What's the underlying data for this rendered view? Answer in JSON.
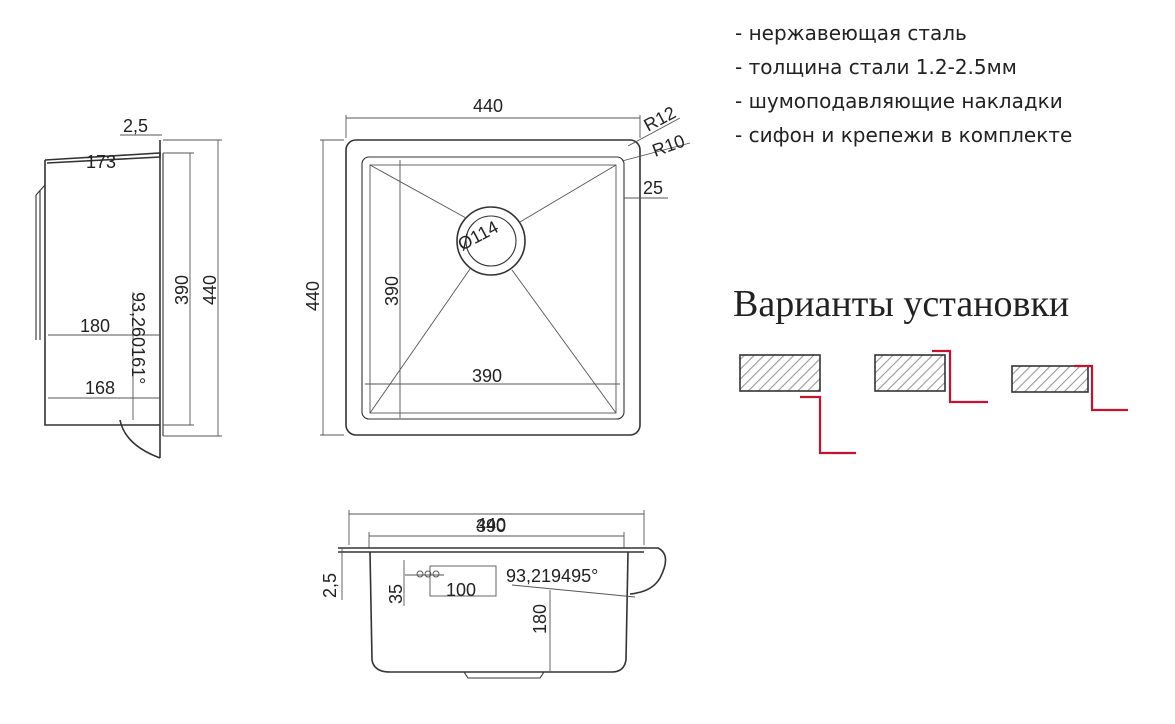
{
  "features": [
    "- нержавеющая сталь",
    "- толщина стали 1.2-2.5мм",
    "- шумоподавляющие накладки",
    "- сифон и крепежи в комплекте"
  ],
  "installation": {
    "title": "Варианты установки",
    "variants": 3
  },
  "side_view": {
    "d_2_5": "2,5",
    "d_173": "173",
    "d_390": "390",
    "d_440": "440",
    "d_180": "180",
    "d_angle": "93,260161°",
    "d_168": "168"
  },
  "top_view": {
    "d_440_top": "440",
    "d_440_left": "440",
    "d_r12": "R12",
    "d_r10": "R10",
    "d_25": "25",
    "d_114": "Ø114",
    "d_390_inner_v": "390",
    "d_390_inner_h": "390"
  },
  "front_view": {
    "d_440": "440",
    "d_390": "390",
    "d_2_5": "2,5",
    "d_35": "35",
    "d_100": "100",
    "d_angle": "93,219495°",
    "d_180": "180"
  },
  "colors": {
    "line": "#333333",
    "installation_accent": "#c4122f",
    "hatch": "#999999"
  }
}
